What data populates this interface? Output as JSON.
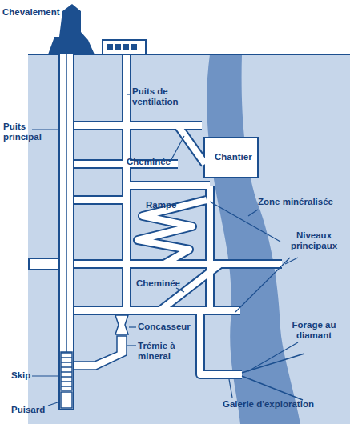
{
  "diagram": {
    "labels": [
      "Chevalement",
      "Puits de ventilation",
      "Puits principal",
      "Cheminée",
      "Chantier",
      "Zone minéralisée",
      "Rampe",
      "Niveaux principaux",
      "Cheminée",
      "Concasseur",
      "Trémie à minerai",
      "Forage au diamant",
      "Skip",
      "Puisard",
      "Galerie d'exploration"
    ]
  }
}
